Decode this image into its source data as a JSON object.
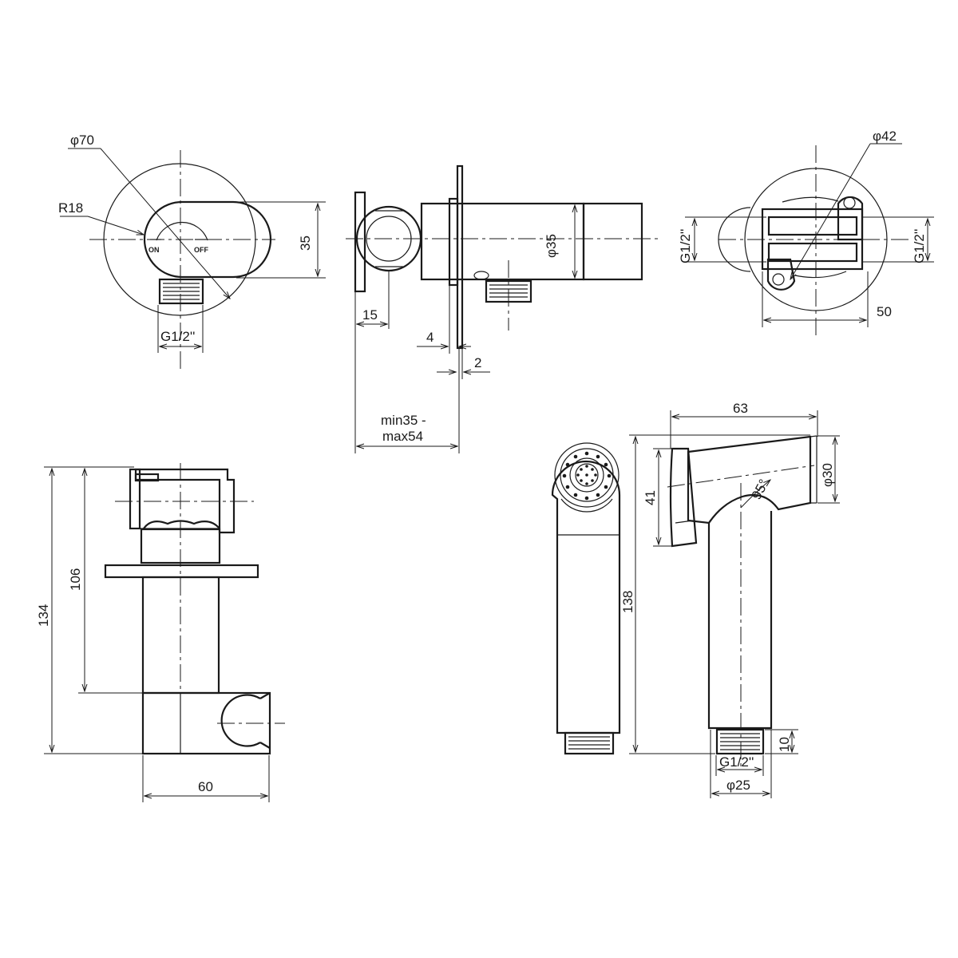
{
  "labels": {
    "d70": "φ70",
    "r18": "R18",
    "h35": "35",
    "g12_front": "G1/2''",
    "on": "ON",
    "off": "OFF",
    "d15": "15",
    "d4": "4",
    "d2": "2",
    "d35": "φ35",
    "minmax_1": "min35 -",
    "minmax_2": "max54",
    "d42": "φ42",
    "g12_left": "G1/2''",
    "g12_right": "G1/2''",
    "d50": "50",
    "d134": "134",
    "d106": "106",
    "d60": "60",
    "d63": "63",
    "d30": "φ30",
    "d41": "41",
    "ang95": "95°",
    "d138": "138",
    "d10": "10",
    "g12_spray": "G1/2''",
    "d25": "φ25"
  }
}
